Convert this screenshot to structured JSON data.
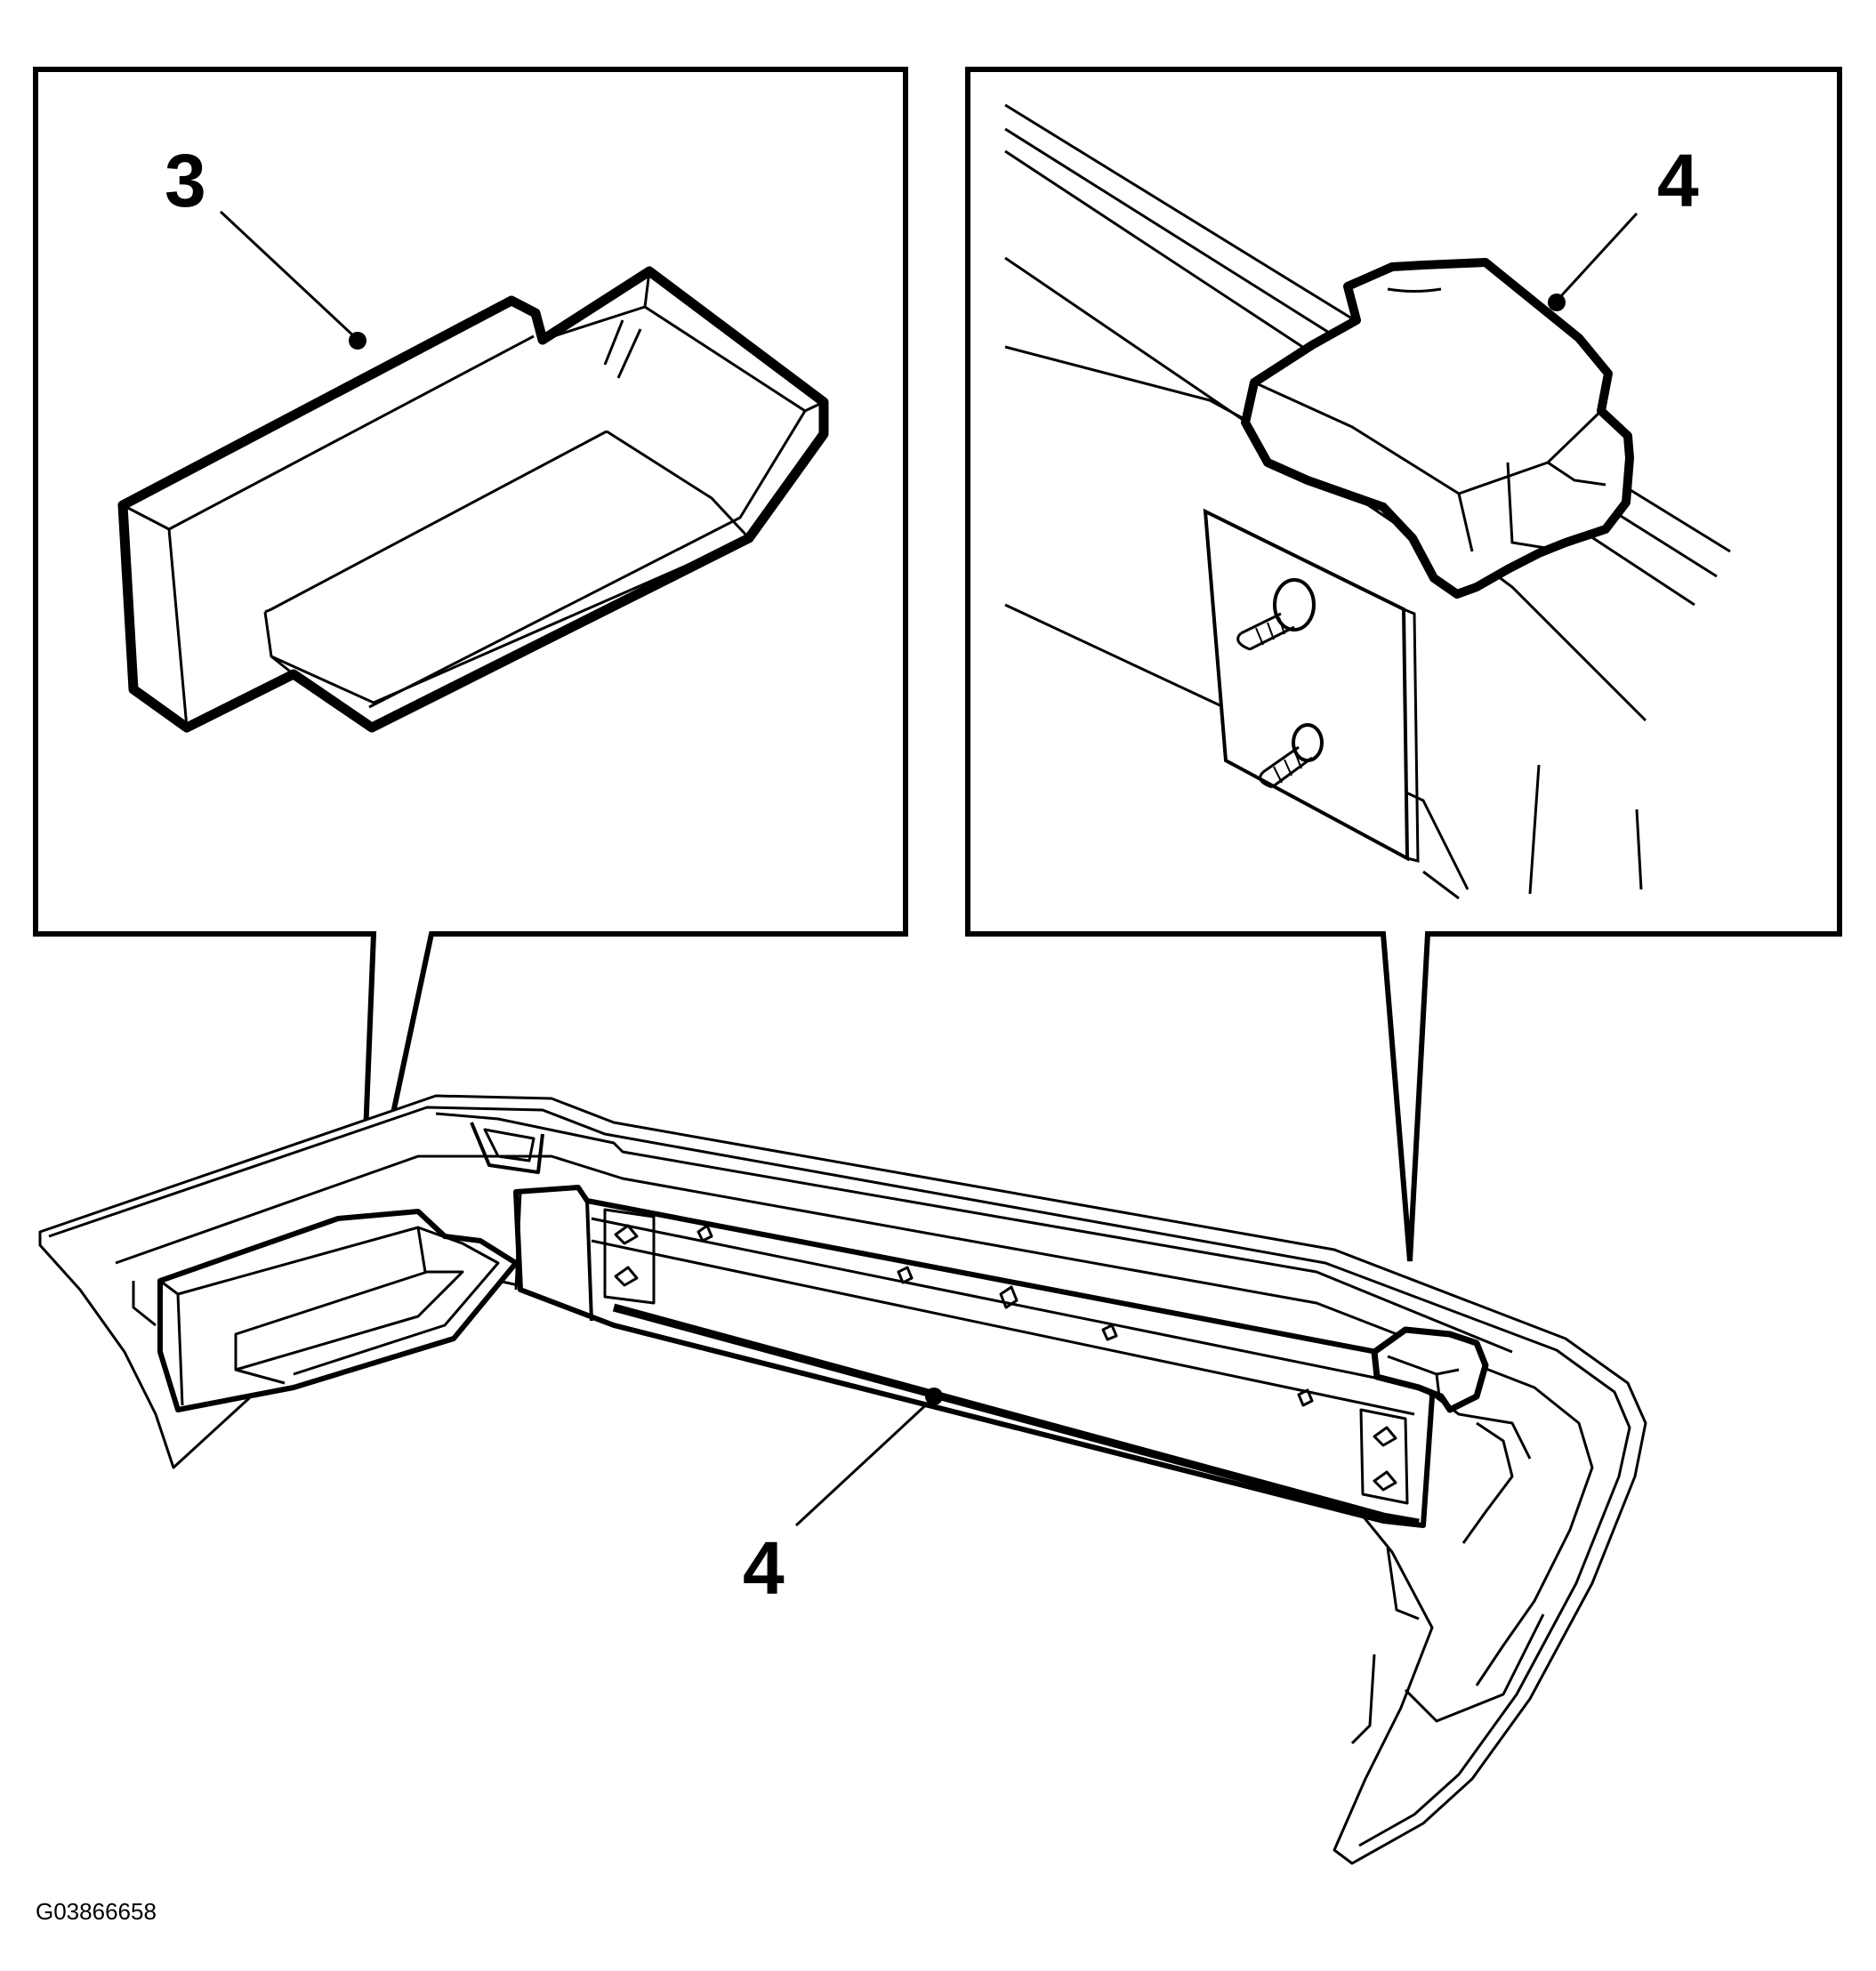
{
  "callouts": {
    "left_panel": "3",
    "right_panel": "4",
    "main_view": "4"
  },
  "figure_id": "G03866658",
  "colors": {
    "ink": "#000000",
    "paper": "#ffffff"
  }
}
